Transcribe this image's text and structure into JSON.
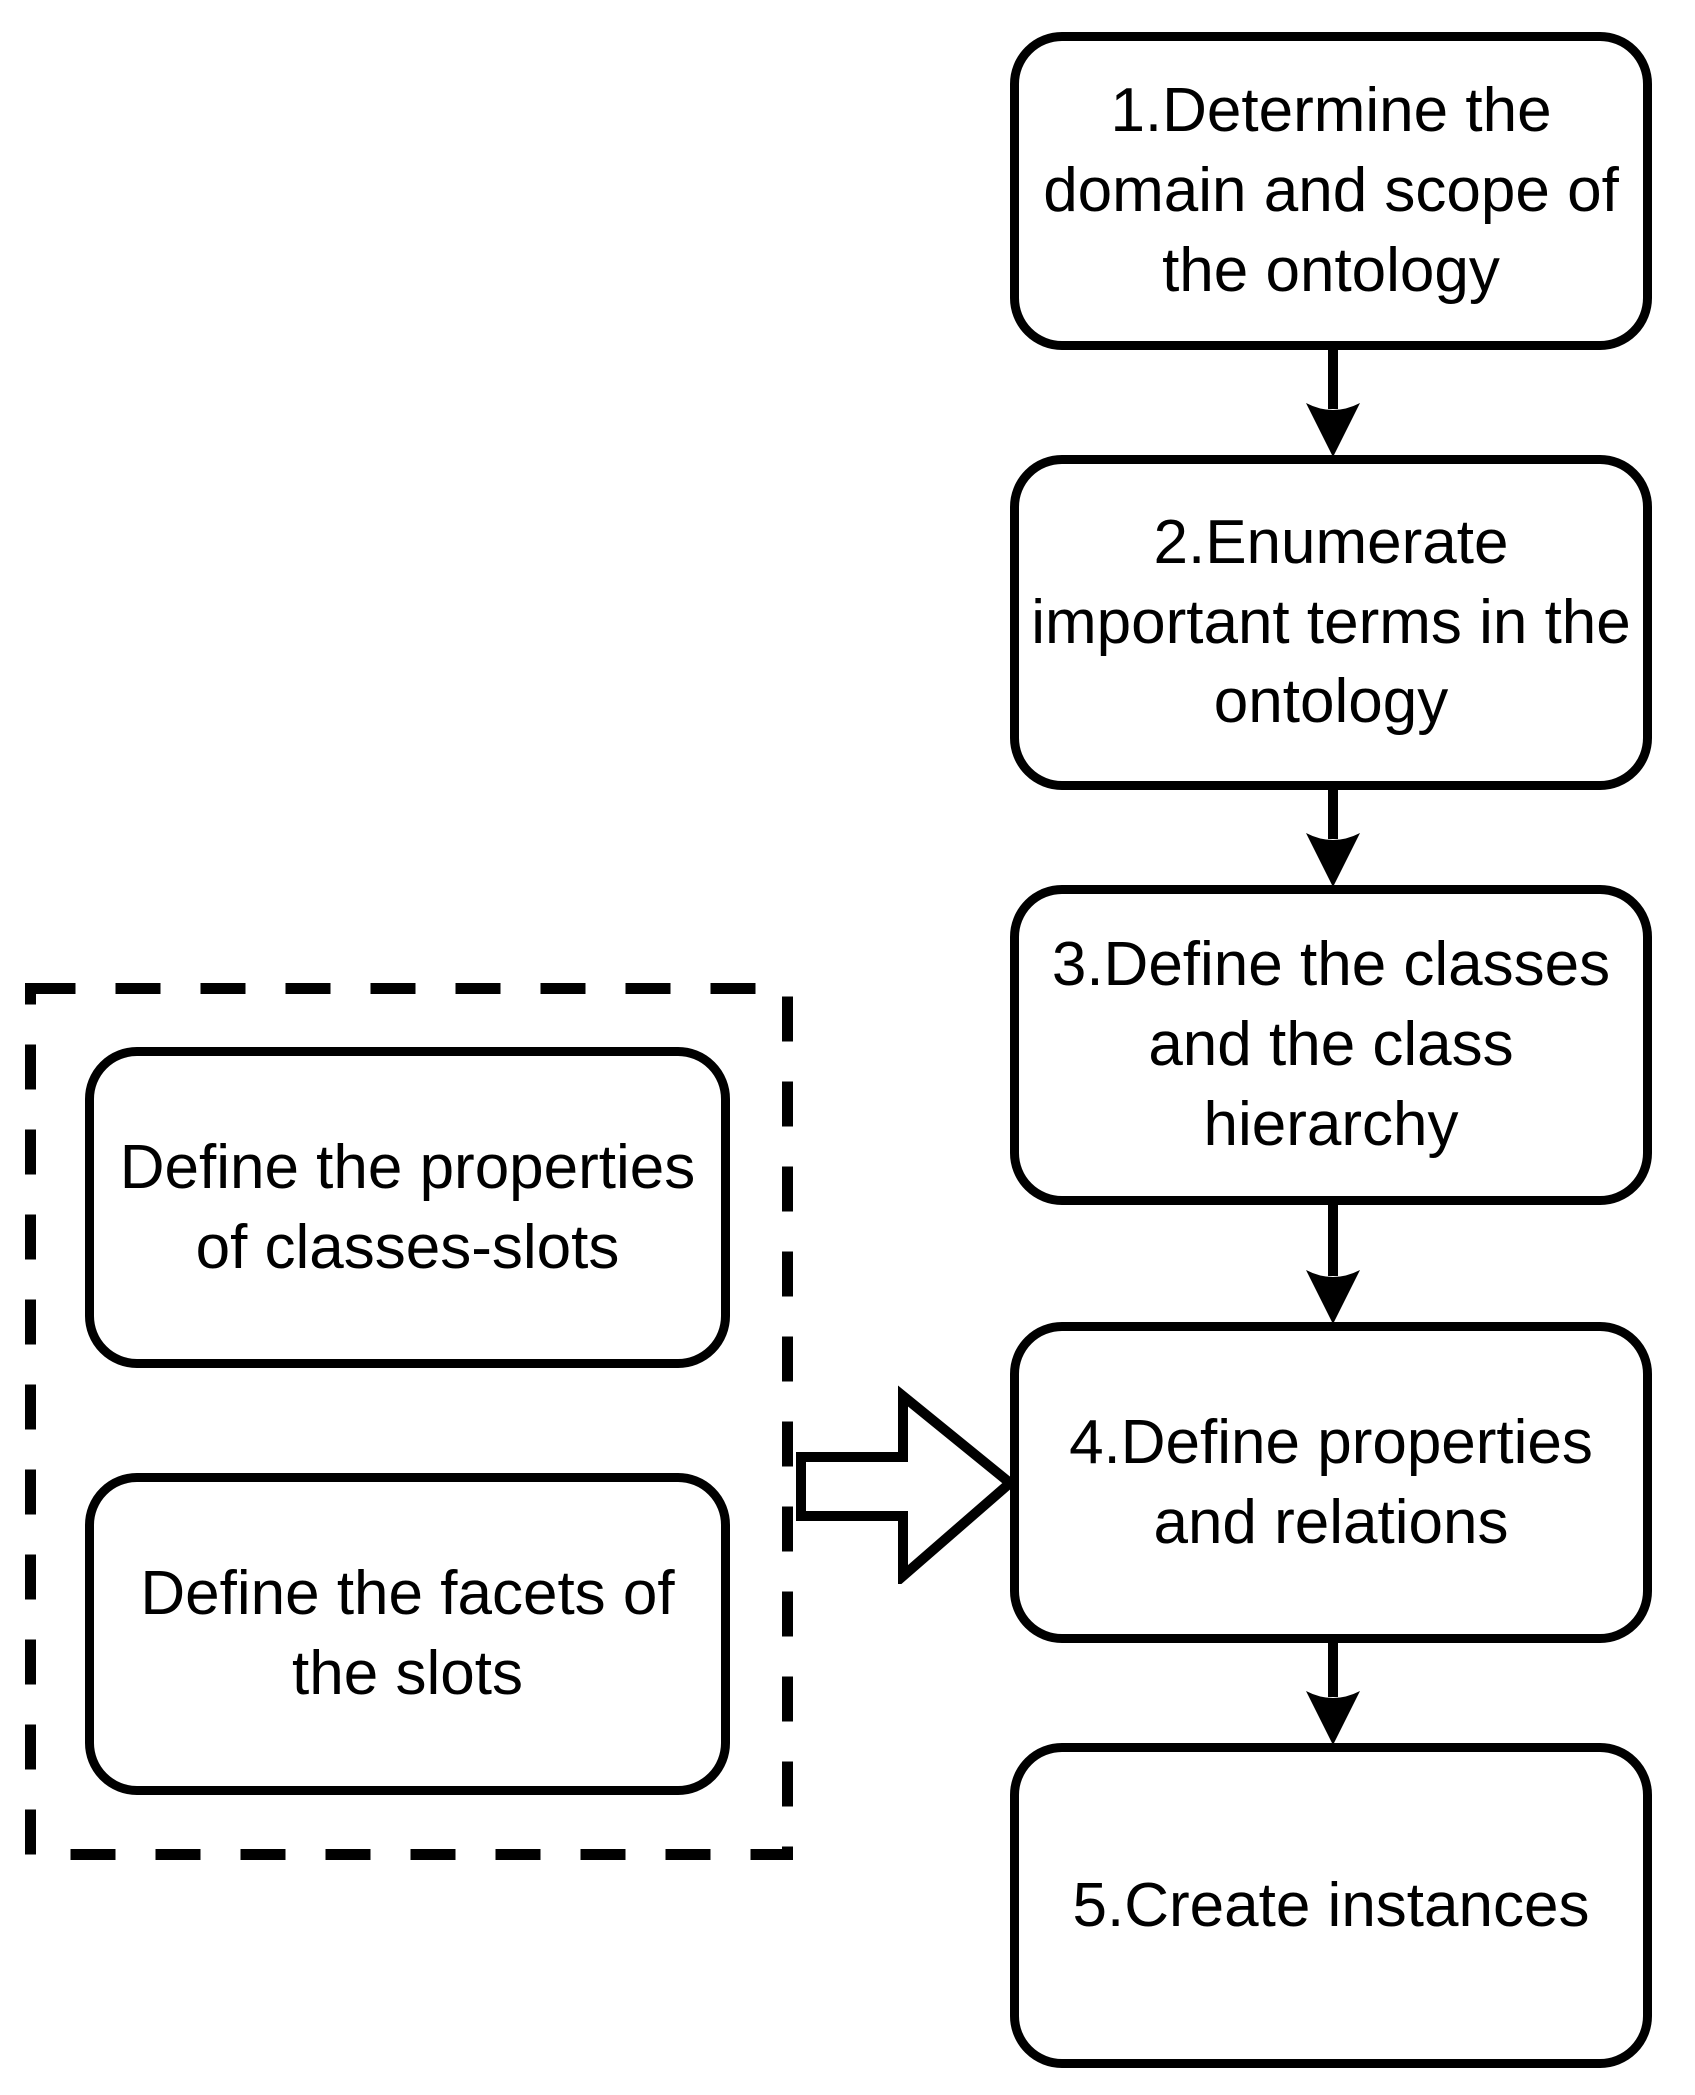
{
  "flowchart": {
    "main_steps": [
      "1.Determine the\ndomain and scope of\nthe ontology",
      "2.Enumerate\nimportant terms in the\nontology",
      "3.Define the classes\nand the class\nhierarchy",
      "4.Define properties\nand relations",
      "5.Create instances"
    ],
    "side_steps": [
      "Define the properties\nof classes-slots",
      "Define the facets of\nthe slots"
    ],
    "colors": {
      "stroke": "#000000",
      "fill": "#ffffff",
      "text": "#000000"
    }
  }
}
